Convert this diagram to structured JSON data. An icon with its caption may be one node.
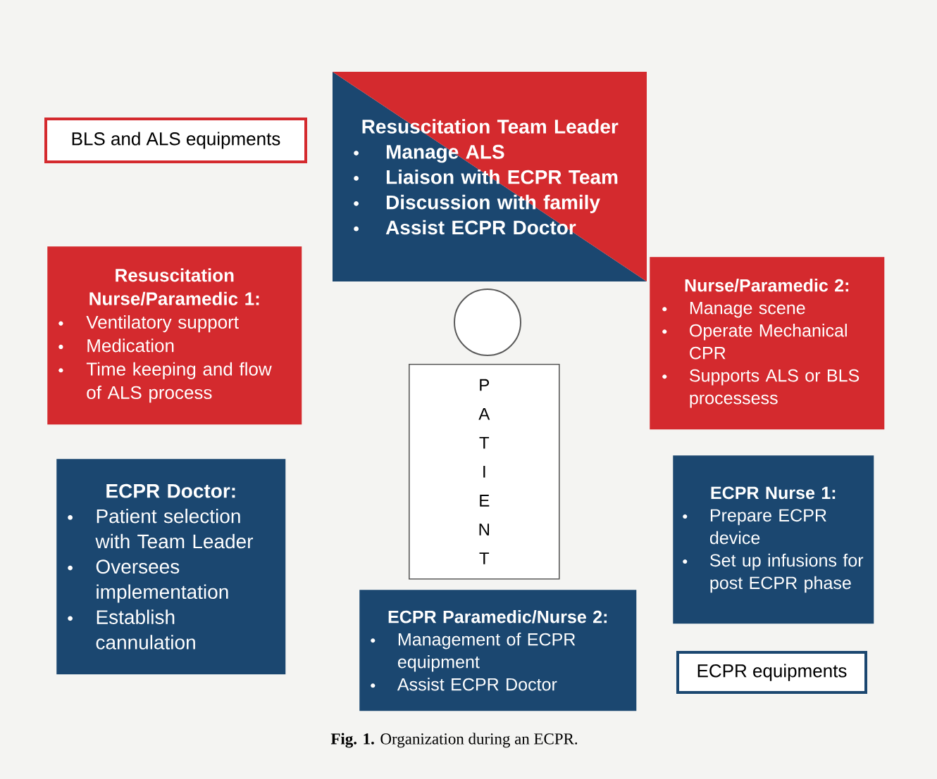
{
  "diagram": {
    "caption": "**Fig. 1.** Organization during an ECPR.",
    "nodes": [
      {
        "text": [
          "BLS and ALS equipments"
        ]
      },
      {
        "text": [
          "Resuscitation Team Leader",
          "Manage ALS",
          "Liaison with ECPR Team",
          "Discussion with family",
          "Assist ECPR Doctor"
        ]
      },
      {
        "text": [
          "Resuscitation Nurse/Paramedic 1:",
          "Ventilatory support",
          "Medication",
          "Time keeping and flow of ALS process"
        ]
      },
      {
        "text": [
          "Nurse/Paramedic 2:",
          "Manage scene",
          "Operate Mechanical CPR",
          "Supports ALS or BLS processess"
        ]
      },
      {
        "text": [],
        "shape": "circle"
      },
      {
        "text": [
          "PATIENT"
        ]
      },
      {
        "text": [
          "ECPR Doctor:",
          "Patient selection with Team Leader",
          "Oversees implementation",
          "Establish cannulation"
        ]
      },
      {
        "text": [
          "ECPR Nurse 1:",
          "Prepare ECPR device",
          "Set up infusions for post ECPR phase"
        ]
      },
      {
        "text": [
          "ECPR Paramedic/Nurse 2:",
          "Management of ECPR equipment",
          "Assist ECPR Doctor"
        ]
      },
      {
        "text": [
          "ECPR equipments"
        ]
      }
    ]
  }
}
